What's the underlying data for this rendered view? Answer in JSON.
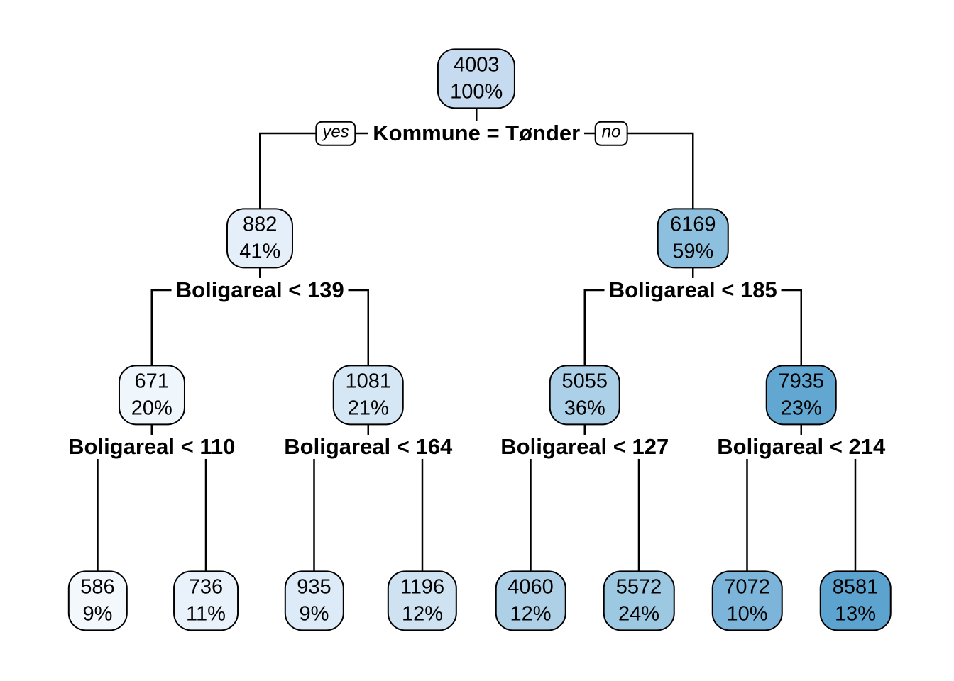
{
  "diagram": {
    "type": "decision-tree",
    "colors": {
      "background": "#ffffff",
      "line": "#000000",
      "node_border": "#000000",
      "text": "#000000"
    },
    "splits": {
      "root": {
        "label": "Kommune = Tønder",
        "yes": "yes",
        "no": "no"
      },
      "left": {
        "label": "Boligareal < 139"
      },
      "right": {
        "label": "Boligareal < 185"
      },
      "left_left": {
        "label": "Boligareal < 110"
      },
      "left_right": {
        "label": "Boligareal < 164"
      },
      "right_left": {
        "label": "Boligareal < 127"
      },
      "right_right": {
        "label": "Boligareal < 214"
      }
    },
    "nodes": {
      "root": {
        "value": "4003",
        "pct": "100%",
        "fill": "#c6dbef"
      },
      "l": {
        "value": "882",
        "pct": "41%",
        "fill": "#e5eff9"
      },
      "r": {
        "value": "6169",
        "pct": "59%",
        "fill": "#8cc0de"
      },
      "ll": {
        "value": "671",
        "pct": "20%",
        "fill": "#eff6fc"
      },
      "lr": {
        "value": "1081",
        "pct": "21%",
        "fill": "#d5e6f4"
      },
      "rl": {
        "value": "5055",
        "pct": "36%",
        "fill": "#abd0e8"
      },
      "rr": {
        "value": "7935",
        "pct": "23%",
        "fill": "#61a7d2"
      },
      "lll": {
        "value": "586",
        "pct": "9%",
        "fill": "#f3f8fd"
      },
      "llr": {
        "value": "736",
        "pct": "11%",
        "fill": "#e9f2fa"
      },
      "lrl": {
        "value": "935",
        "pct": "9%",
        "fill": "#dcebf7"
      },
      "lrr": {
        "value": "1196",
        "pct": "12%",
        "fill": "#cfe2f2"
      },
      "rll": {
        "value": "4060",
        "pct": "12%",
        "fill": "#aed0e7"
      },
      "rlr": {
        "value": "5572",
        "pct": "24%",
        "fill": "#9cc8e2"
      },
      "rrl": {
        "value": "7072",
        "pct": "10%",
        "fill": "#7cb5d9"
      },
      "rrr": {
        "value": "8581",
        "pct": "13%",
        "fill": "#5da3d0"
      }
    }
  }
}
